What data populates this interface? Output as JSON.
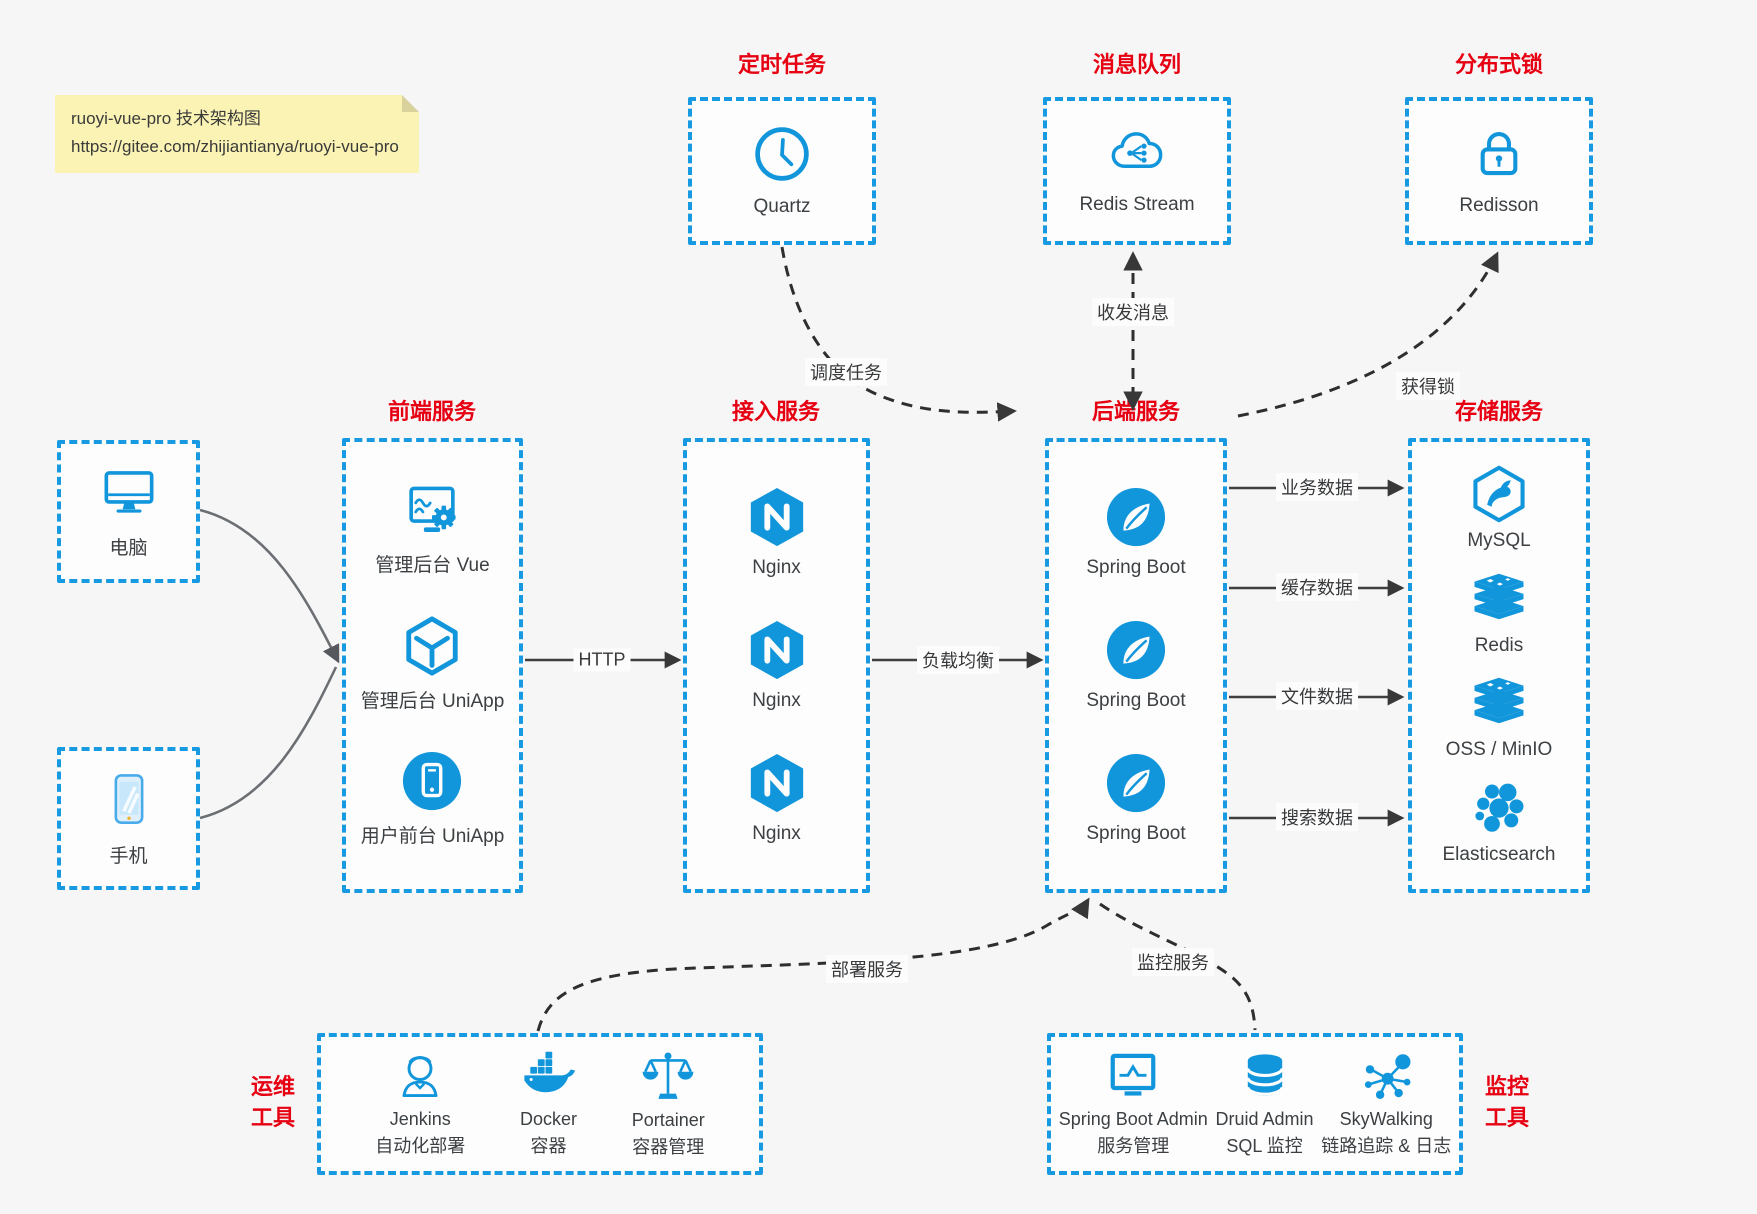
{
  "note": {
    "line1": "ruoyi-vue-pro 技术架构图",
    "line2": "https://gitee.com/zhijiantianya/ruoyi-vue-pro"
  },
  "colors": {
    "accent_blue": "#1296db",
    "border_blue": "#189ae2",
    "title_red": "#e60012",
    "arrow_dark": "#383838",
    "note_bg": "#faf3b4",
    "page_bg": "#f6f6f6"
  },
  "top_boxes": [
    {
      "title": "定时任务",
      "label": "Quartz",
      "icon": "clock-icon"
    },
    {
      "title": "消息队列",
      "label": "Redis Stream",
      "icon": "cloud-share-icon"
    },
    {
      "title": "分布式锁",
      "label": "Redisson",
      "icon": "lock-icon"
    }
  ],
  "clients": [
    {
      "label": "电脑",
      "icon": "desktop-icon"
    },
    {
      "label": "手机",
      "icon": "phone-icon"
    }
  ],
  "columns": {
    "frontend": {
      "title": "前端服务",
      "items": [
        {
          "label": "管理后台 Vue",
          "icon": "admin-vue-icon"
        },
        {
          "label": "管理后台 UniApp",
          "icon": "uniapp-cube-icon"
        },
        {
          "label": "用户前台 UniApp",
          "icon": "user-app-icon"
        }
      ]
    },
    "access": {
      "title": "接入服务",
      "items": [
        {
          "label": "Nginx",
          "icon": "nginx-icon"
        },
        {
          "label": "Nginx",
          "icon": "nginx-icon"
        },
        {
          "label": "Nginx",
          "icon": "nginx-icon"
        }
      ]
    },
    "backend": {
      "title": "后端服务",
      "items": [
        {
          "label": "Spring Boot",
          "icon": "spring-boot-icon"
        },
        {
          "label": "Spring Boot",
          "icon": "spring-boot-icon"
        },
        {
          "label": "Spring Boot",
          "icon": "spring-boot-icon"
        }
      ]
    },
    "storage": {
      "title": "存储服务",
      "items": [
        {
          "label": "MySQL",
          "icon": "mysql-icon"
        },
        {
          "label": "Redis",
          "icon": "redis-stack-icon"
        },
        {
          "label": "OSS / MinIO",
          "icon": "oss-stack-icon"
        },
        {
          "label": "Elasticsearch",
          "icon": "elasticsearch-icon"
        }
      ]
    }
  },
  "edges": {
    "http": "HTTP",
    "load_balance": "负载均衡",
    "schedule": "调度任务",
    "message": "收发消息",
    "lock": "获得锁",
    "business": "业务数据",
    "cache": "缓存数据",
    "file": "文件数据",
    "search": "搜索数据",
    "deploy": "部署服务",
    "monitor": "监控服务"
  },
  "ops": {
    "title_line1": "运维",
    "title_line2": "工具",
    "items": [
      {
        "name": "Jenkins",
        "desc": "自动化部署",
        "icon": "jenkins-icon"
      },
      {
        "name": "Docker",
        "desc": "容器",
        "icon": "docker-whale-icon"
      },
      {
        "name": "Portainer",
        "desc": "容器管理",
        "icon": "scales-icon"
      }
    ]
  },
  "monitoring": {
    "title_line1": "监控",
    "title_line2": "工具",
    "items": [
      {
        "name": "Spring Boot Admin",
        "desc": "服务管理",
        "icon": "monitor-pulse-icon"
      },
      {
        "name": "Druid Admin",
        "desc": "SQL 监控",
        "icon": "database-icon"
      },
      {
        "name": "SkyWalking",
        "desc": "链路追踪 & 日志",
        "icon": "network-graph-icon"
      }
    ]
  }
}
